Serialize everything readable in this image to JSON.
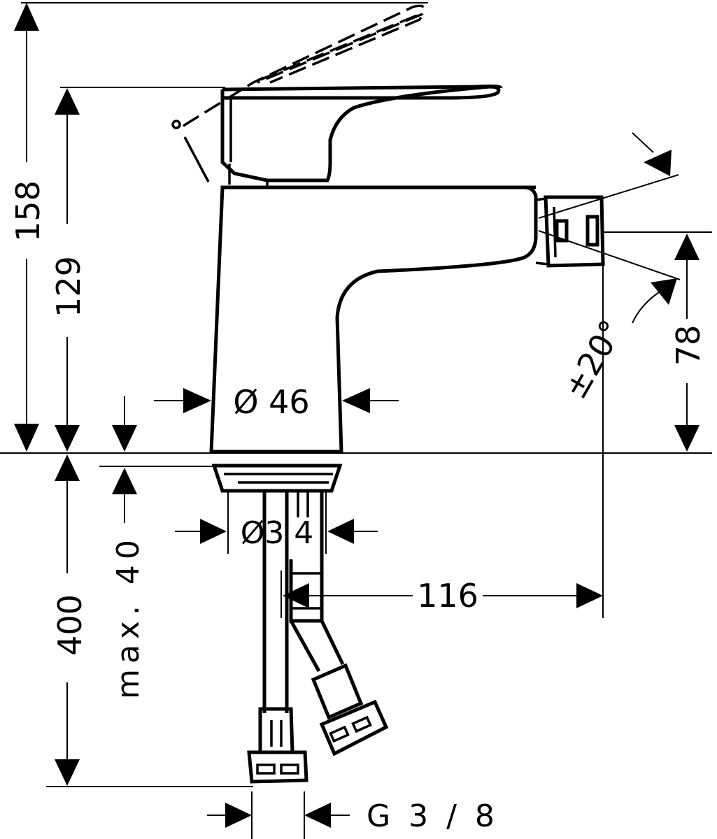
{
  "labels": {
    "total_height": "158",
    "lever_height": "129",
    "spout_height": "78",
    "body_diameter": "Ø 46",
    "angle": "±20°",
    "shank_diameter": "Ø3 4",
    "projection": "116",
    "counter_thickness": "max. 40",
    "hose_length": "400",
    "thread": "G 3 / 8"
  }
}
